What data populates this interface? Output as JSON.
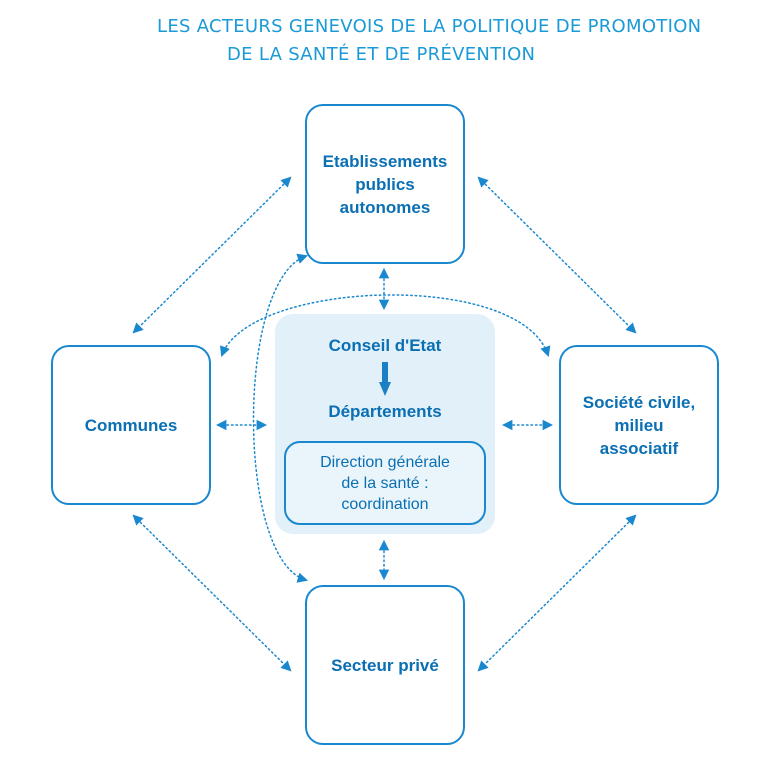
{
  "title": {
    "line1": "LES ACTEURS GENEVOIS DE LA POLITIQUE DE PROMOTION",
    "line2": "DE LA SANTÉ ET DE PRÉVENTION"
  },
  "nodes": {
    "top": [
      "Etablissements",
      "publics",
      "autonomes"
    ],
    "left": [
      "Communes"
    ],
    "right": [
      "Société civile,",
      "milieu",
      "associatif"
    ],
    "bottom": [
      "Secteur privé"
    ]
  },
  "center": {
    "conseil": "Conseil d'Etat",
    "departements": "Départements",
    "coordination": [
      "Direction générale",
      "de la santé :",
      "coordination"
    ]
  },
  "colors": {
    "accent": "#1a88cf",
    "title": "#1a9ad6",
    "center_fill": "#e2f1f9"
  }
}
